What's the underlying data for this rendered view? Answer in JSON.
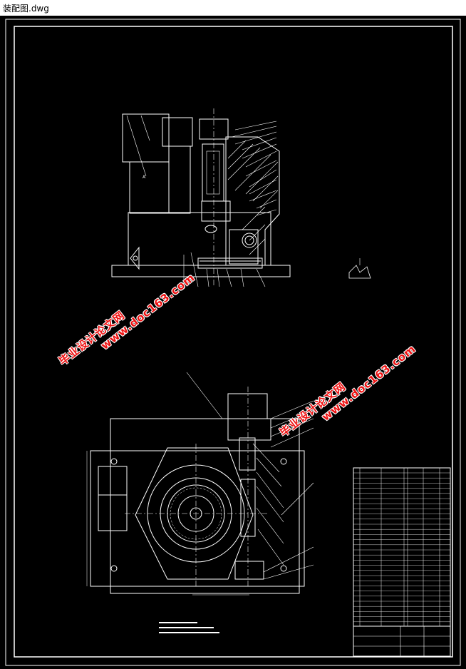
{
  "window": {
    "title": "装配图.dwg"
  },
  "watermarks": [
    {
      "line1": "毕业设计论文网",
      "line2": "www.doc163.com"
    },
    {
      "line1": "毕业设计论文网",
      "line2": "www.doc163.com"
    }
  ],
  "colors": {
    "background": "#000000",
    "lines": "#ffffff",
    "accent": "#ff3030",
    "watermark": "#ee1111"
  }
}
